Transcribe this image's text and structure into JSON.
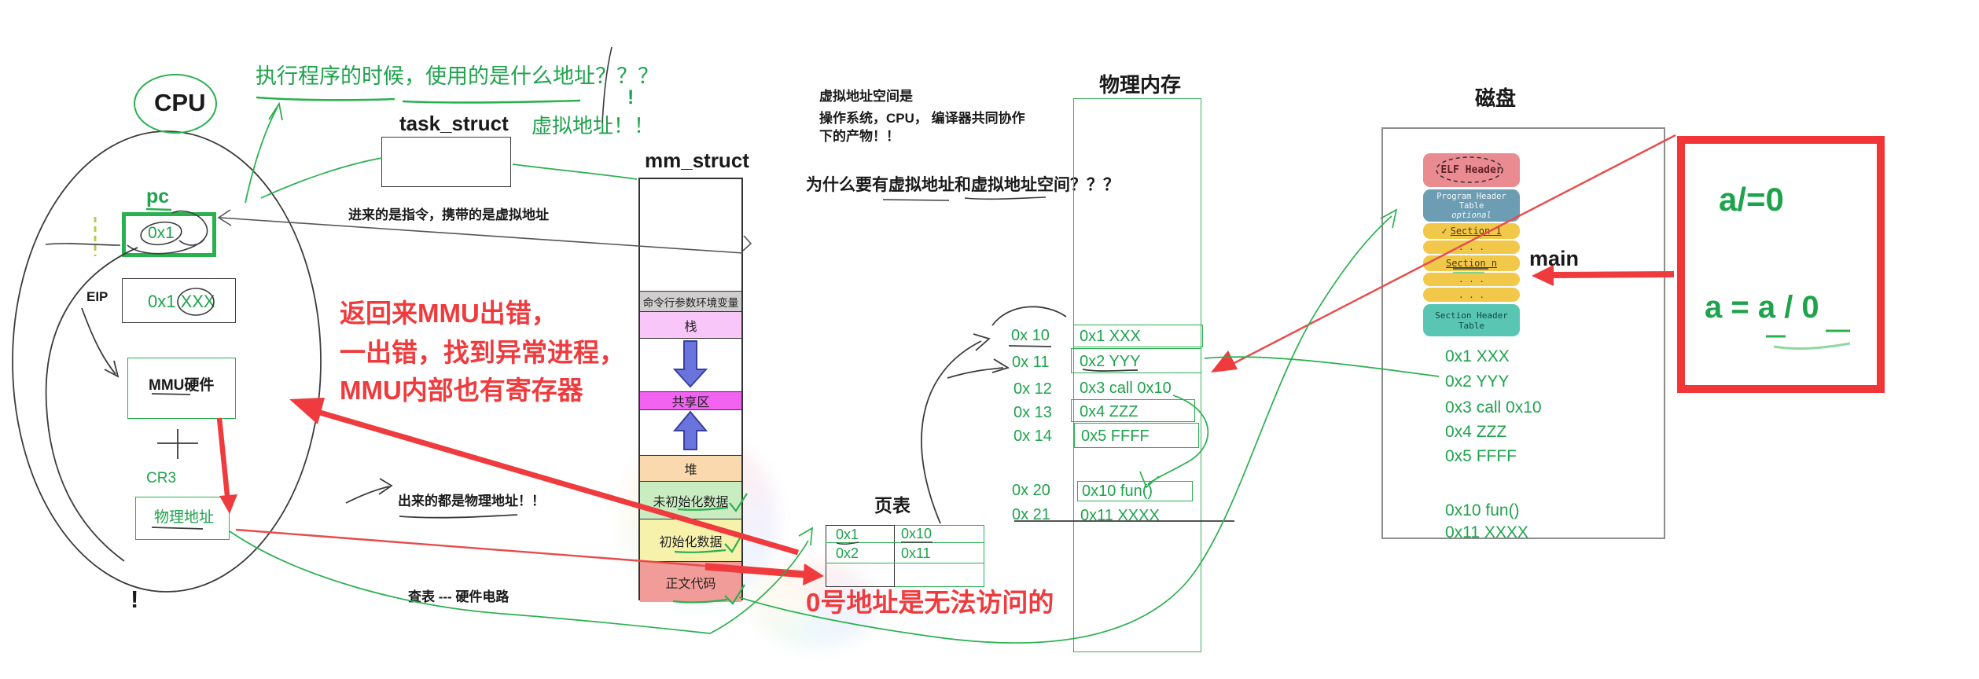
{
  "colors": {
    "green": "#1ea34c",
    "red_marker": "#ef3b3d",
    "red_box_border": "#f23537",
    "cmdline_gray": "#cfcdcd",
    "stack_pink": "#f8c6f8",
    "shared_magenta": "#f263f2",
    "heap_orange": "#fbd9ae",
    "uninit_green": "#c9ecc1",
    "init_yellow": "#f6f1ab",
    "text_code_red": "#f19c98",
    "elf_header_red": "#e98b90",
    "elf_pht_blue": "#6d9db3",
    "elf_section_yellow": "#f2c84b",
    "elf_sht_teal": "#59c6b4"
  },
  "cpu": {
    "label": "CPU",
    "pc_label": "pc",
    "pc_value": "0x1",
    "eip_label": "EIP",
    "eip_value": "0x1 XXX",
    "mmu_label": "MMU硬件",
    "cr3_label": "CR3",
    "phys_addr_label": "物理地址",
    "exclaim": "!"
  },
  "task_struct": {
    "label": "task_struct"
  },
  "mm_struct": {
    "label": "mm_struct",
    "excl": "!",
    "segments": [
      {
        "label": "命令行参数环境变量",
        "color": "#cfcdcd"
      },
      {
        "label": "栈",
        "color": "#f8c6f8"
      },
      {
        "label": "共享区",
        "color": "#f263f2"
      },
      {
        "label": "堆",
        "color": "#fbd9ae"
      },
      {
        "label": "未初始化数据",
        "color": "#c9ecc1"
      },
      {
        "label": "初始化数据",
        "color": "#f6f1ab"
      },
      {
        "label": "正文代码",
        "color": "#f19c98"
      }
    ]
  },
  "annotations": {
    "exec_question": "执行程序的时候，使用的是什么地址？？？",
    "virtual_answer": "虚拟地址！！",
    "incoming": "进来的是指令，携带的是虚拟地址",
    "outgoing": "出来的都是物理地址！！",
    "lookup": "查表 --- 硬件电路",
    "vas_line1": "虚拟地址空间是",
    "vas_line2": "操作系统，CPU， 编译器共同协作",
    "vas_line3": "下的产物！！",
    "why_question": "为什么要有虚拟地址和虚拟地址空间？？？",
    "mmu_error_line1": "返回来MMU出错，",
    "mmu_error_line2": "一出错，找到异常进程，",
    "mmu_error_line3": "MMU内部也有寄存器",
    "zero_addr": "0号地址是无法访问的",
    "main_label": "main"
  },
  "physical_memory": {
    "title": "物理内存",
    "rows": [
      {
        "addr": "0x 10",
        "value": "0x1 XXX"
      },
      {
        "addr": "0x 11",
        "value": "0x2 YYY"
      },
      {
        "addr": "0x 12",
        "value": "0x3  call 0x10"
      },
      {
        "addr": "0x 13",
        "value": "0x4  ZZZ"
      },
      {
        "addr": "0x 14",
        "value": "0x5  FFFF"
      },
      {
        "addr": "0x 20",
        "value": "0x10 fun()"
      },
      {
        "addr": "0x 21",
        "value": "0x11  XXXX"
      }
    ]
  },
  "page_table": {
    "title": "页表",
    "rows": [
      {
        "virt": "0x1",
        "phys": "0x10"
      },
      {
        "virt": "0x2",
        "phys": "0x11"
      }
    ]
  },
  "disk": {
    "title": "磁盘",
    "elf": {
      "header": "ELF Header",
      "pht_line1": "Program Header Table",
      "pht_line2": "optional",
      "section1": "Section 1",
      "dots": ". . .",
      "section_n": "Section n",
      "sht": "Section Header Table"
    },
    "code": [
      "0x1 XXX",
      "0x2 YYY",
      "0x3  call 0x10",
      "0x4  ZZZ",
      "0x5  FFFF",
      "0x10 fun()",
      "0x11  XXXX"
    ]
  },
  "code_box": {
    "line1": "a/=0",
    "line2": "a = a / 0"
  }
}
